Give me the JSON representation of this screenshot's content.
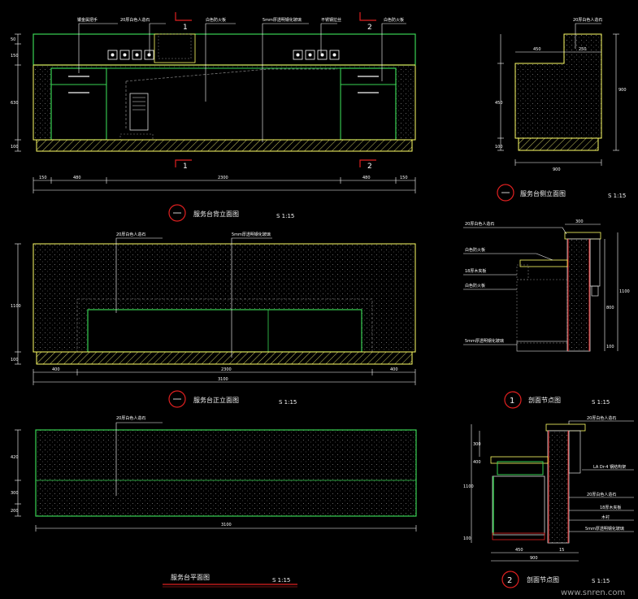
{
  "colors": {
    "background": "#000000",
    "outline": "#ffff66",
    "green": "#39d353",
    "red": "#e02020",
    "white": "#ffffff",
    "gray": "#9a9a9a"
  },
  "sheet": {
    "back_view": {
      "title": "服务台背立面图",
      "scale": "S 1:15",
      "labels": {
        "top_left": "镶金属把手",
        "top_a": "20厚白色人造石",
        "top_b": "白色防火板",
        "top_c": "5mm厚透明钢化玻璃",
        "top_d": "不锈钢拉丝",
        "top_e": "白色防火板"
      },
      "section_marks": [
        "1",
        "2"
      ],
      "dims_h": [
        "150",
        "480",
        "2300",
        "480",
        "150"
      ],
      "dims_v": [
        "50",
        "150",
        "630",
        "100"
      ]
    },
    "front_view": {
      "title": "服务台正立面图",
      "scale": "S 1:15",
      "labels": {
        "stone": "20厚白色人造石",
        "glass": "5mm厚透明钢化玻璃"
      },
      "dims_h": [
        "400",
        "2300",
        "400"
      ],
      "dims_v": [
        "1100",
        "100"
      ],
      "total_width": "3100"
    },
    "plan_view": {
      "title": "服务台平面图",
      "scale": "S 1:15",
      "labels": {
        "stone": "20厚白色人造石"
      },
      "dims_v": [
        "420",
        "300",
        "200"
      ],
      "total_width": "3100"
    },
    "side_view": {
      "title": "服务台侧立面图",
      "scale": "S 1:15",
      "labels": {
        "stone": "20厚白色人造石"
      },
      "dims_v": [
        "450",
        "900",
        "100"
      ],
      "dims_h": [
        "450",
        "250"
      ],
      "total_width": "900"
    },
    "section_1": {
      "number": "1",
      "title": "剖面节点图",
      "scale": "S 1:15",
      "labels": [
        "20厚白色人造石",
        "白色防火板",
        "18厚木夹板",
        "白色防火板",
        "5mm厚透明钢化玻璃"
      ],
      "dims": [
        "300",
        "1100",
        "800",
        "100"
      ]
    },
    "section_2": {
      "number": "2",
      "title": "剖面节点图",
      "scale": "S 1:15",
      "labels": [
        "20厚白色人造石",
        "LA Dr-4 钢结构架",
        "20厚白色人造石",
        "18厚木夹板",
        "木衬",
        "5mm厚透明钢化玻璃"
      ],
      "dims": [
        "300",
        "400",
        "1100",
        "100",
        "450",
        "15",
        "900"
      ]
    },
    "watermark": "www.snren.com"
  }
}
